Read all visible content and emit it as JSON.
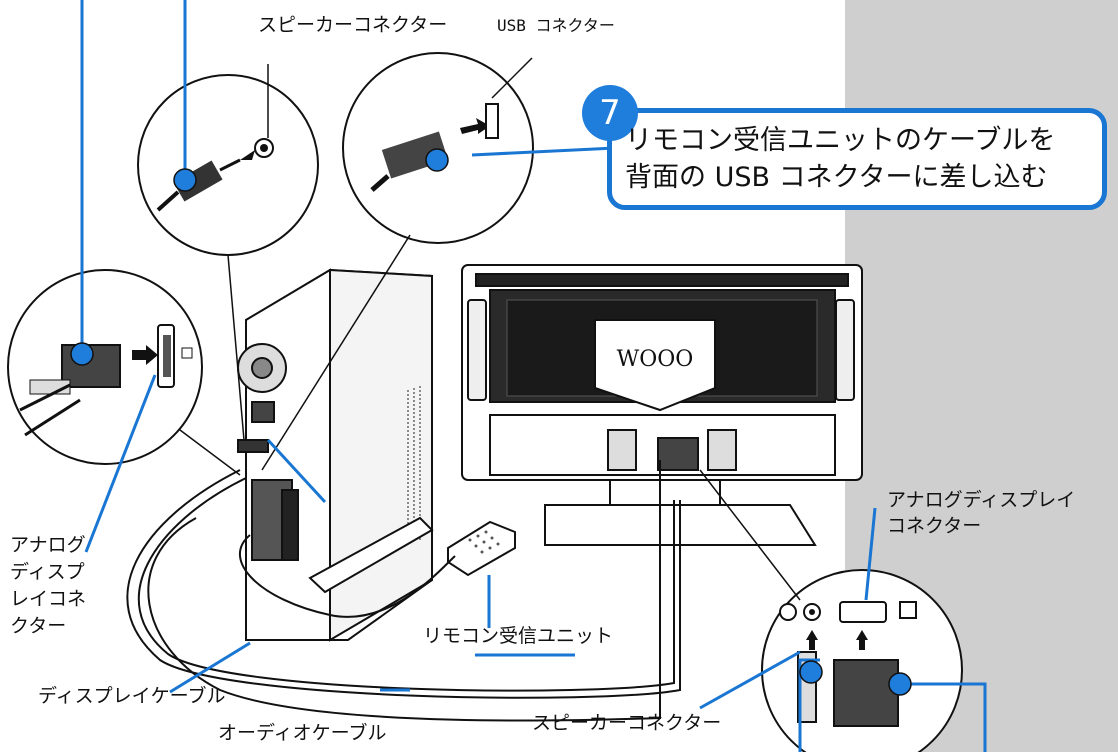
{
  "labels": {
    "speaker_connector_top": "スピーカーコネクター",
    "usb_connector": "USB コネクター",
    "analog_display_connector_left": [
      "アナログ",
      "ディスプ",
      "レイコネ",
      "クター"
    ],
    "remote_receiver_unit": "リモコン受信ユニット",
    "display_cable": "ディスプレイケーブル",
    "audio_cable": "オーディオケーブル",
    "speaker_connector_bottom": "スピーカーコネクター",
    "analog_display_connector_right": [
      "アナログディスプレイ",
      "コネクター"
    ],
    "monitor_logo": "WOOO"
  },
  "step": {
    "number": "7",
    "lines": [
      "リモコン受信ユニットのケーブルを",
      "背面の USB コネクターに差し込む"
    ]
  },
  "colors": {
    "accent": "#1976d2",
    "sidebar": "#cfcfcf",
    "line": "#111111"
  }
}
